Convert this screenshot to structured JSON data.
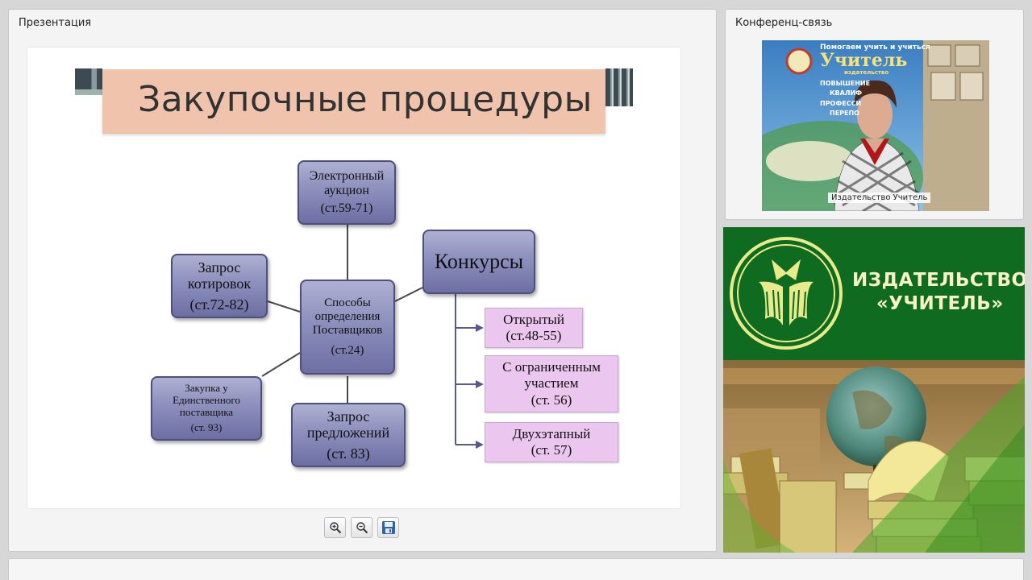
{
  "presentation": {
    "panel_title": "Презентация",
    "slide": {
      "title": "Закупочные процедуры",
      "center": {
        "line1": "Способы",
        "line2": "определения",
        "line3": "Поставщиков",
        "ref": "(ст.24)"
      },
      "top": {
        "line1": "Электронный",
        "line2": "аукцион",
        "ref": "(ст.59-71)"
      },
      "left_top": {
        "line1": "Запрос",
        "line2": "котировок",
        "ref": "(ст.72-82)"
      },
      "left_bottom": {
        "line1": "Закупка у",
        "line2": "Единственного",
        "line3": "поставщика",
        "ref": "(ст. 93)"
      },
      "bottom": {
        "line1": "Запрос",
        "line2": "предложений",
        "ref": "(ст. 83)"
      },
      "contests": {
        "label": "Конкурсы"
      },
      "types": [
        {
          "line1": "Открытый",
          "line2": "(ст.48-55)"
        },
        {
          "line1": "С ограниченным",
          "line2": "участием",
          "line3": "(ст. 56)"
        },
        {
          "line1": "Двухэтапный",
          "line2": "(ст. 57)"
        }
      ]
    }
  },
  "conference": {
    "panel_title": "Конференц-связь",
    "speaker_label": "Издательство Учитель",
    "banner": {
      "line1": "Помогаем учить и учиться",
      "line2": "Учитель",
      "line3": "издательство",
      "item1": "ПОВЫШЕНИЕ",
      "item2": "КВАЛИФ",
      "item3": "ПРОФЕССИ",
      "item4": "ПЕРЕПО"
    }
  },
  "brand": {
    "line1": "ИЗДАТЕЛЬСТВО",
    "line2": "«УЧИТЕЛЬ»"
  },
  "colors": {
    "brand_green": "#0f6b1f",
    "brand_text": "#f7f3c4",
    "node_purple": "#8d8fbd",
    "type_pink": "#ebc6ee",
    "title_band": "#f0c4ac"
  }
}
